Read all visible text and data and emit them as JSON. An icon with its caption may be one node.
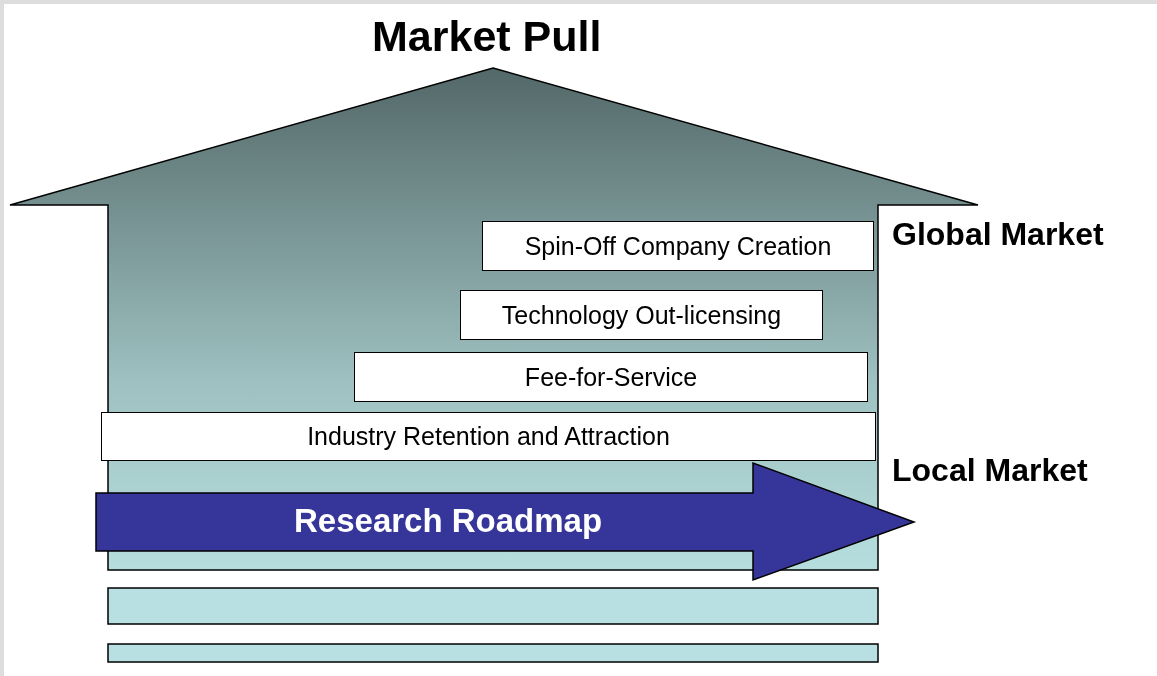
{
  "diagram": {
    "nodes": [
      {
        "text": [
          "Market Pull"
        ]
      },
      {
        "text": [
          "Spin-Off Company Creation"
        ],
        "in": 0
      },
      {
        "text": [
          "Technology Out-licensing"
        ],
        "in": 0
      },
      {
        "text": [
          "Fee-for-Service"
        ],
        "in": 0
      },
      {
        "text": [
          "Industry Retention and Attraction"
        ],
        "in": 0
      },
      {
        "text": [
          "Research Roadmap"
        ]
      },
      {
        "text": [],
        "shape": "bar"
      },
      {
        "text": [],
        "shape": "bar"
      }
    ],
    "edges": [],
    "labels": [
      "Global Market",
      "Local Market"
    ]
  }
}
